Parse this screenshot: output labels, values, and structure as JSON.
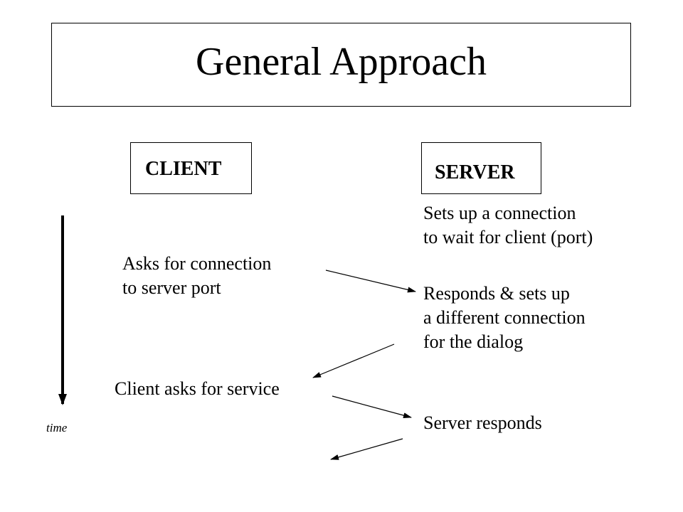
{
  "slide": {
    "title": "General Approach"
  },
  "client": {
    "label": "CLIENT",
    "asks_connection": [
      "Asks for connection",
      "to server port"
    ],
    "asks_service": "Client asks for service"
  },
  "server": {
    "label": "SERVER",
    "sets_up": [
      "Sets up a connection",
      "to wait for client (port)"
    ],
    "responds_setup": [
      "Responds & sets up",
      "a different connection",
      "for the dialog"
    ],
    "responds": "Server responds"
  },
  "timeline": {
    "label": "time"
  }
}
